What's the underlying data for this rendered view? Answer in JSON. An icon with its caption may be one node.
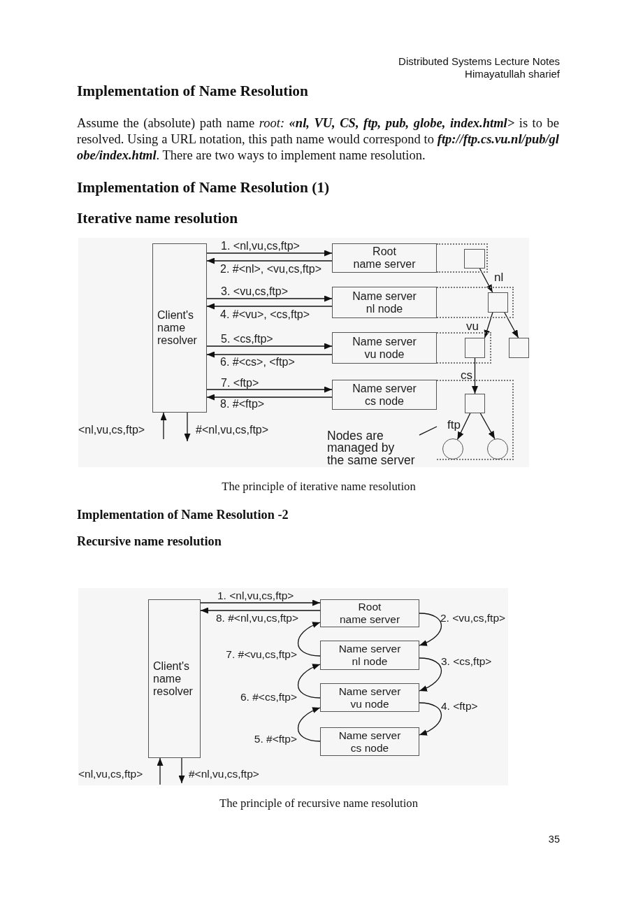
{
  "diagram": {
    "title": "Implementation of Name Resolution",
    "nodes": [
      {
        "text": [
          "Client's name resolver"
        ]
      },
      {
        "text": [
          "Root name server"
        ]
      },
      {
        "text": [],
        "shape": "box"
      },
      {
        "text": [],
        "shape": "box",
        "in": 2
      },
      {
        "text": [
          "Name server nl node"
        ]
      },
      {
        "text": [],
        "shape": "box"
      },
      {
        "text": [],
        "shape": "box",
        "in": 5
      },
      {
        "text": [
          "Name server vu node"
        ]
      },
      {
        "text": [],
        "shape": "box"
      },
      {
        "text": [],
        "shape": "box",
        "in": 8
      },
      {
        "text": [],
        "shape": "box"
      },
      {
        "text": [
          "Name server cs node"
        ]
      },
      {
        "text": [],
        "shape": "box"
      },
      {
        "text": [],
        "shape": "box",
        "in": 12
      },
      {
        "text": [],
        "shape": "circle",
        "in": 12
      },
      {
        "text": [],
        "shape": "circle",
        "in": 12
      },
      {
        "text": [
          "Nodes are managed by the same server"
        ]
      },
      {
        "text": [
          "Client's name resolver"
        ]
      },
      {
        "text": [
          "Root name server"
        ]
      },
      {
        "text": [
          "Name server nl node"
        ]
      },
      {
        "text": [
          "Name server vu node"
        ]
      },
      {
        "text": [
          "Name server cs node"
        ]
      }
    ],
    "edges": [
      {
        "from": 0,
        "to": 1,
        "arrow": "to",
        "label": "1. <nl,vu,cs,ftp>"
      },
      {
        "from": 1,
        "to": 0,
        "arrow": "to",
        "label": "2. #<nl>, <vu,cs,ftp>"
      },
      {
        "from": 0,
        "to": 4,
        "arrow": "to",
        "label": "3. <vu,cs,ftp>"
      },
      {
        "from": 4,
        "to": 0,
        "arrow": "to",
        "label": "4. #<vu>, <cs,ftp>"
      },
      {
        "from": 0,
        "to": 7,
        "arrow": "to",
        "label": "5. <cs,ftp>"
      },
      {
        "from": 7,
        "to": 0,
        "arrow": "to",
        "label": "6. #<cs>, <ftp>"
      },
      {
        "from": 0,
        "to": 11,
        "arrow": "to",
        "label": "7. <ftp>"
      },
      {
        "from": 11,
        "to": 0,
        "arrow": "to",
        "label": "8. #<ftp>"
      },
      {
        "from": null,
        "to": 0,
        "arrow": "to",
        "label": "<nl,vu,cs,ftp>"
      },
      {
        "from": 0,
        "to": null,
        "arrow": "to",
        "label": "#<nl,vu,cs,ftp>"
      },
      {
        "from": 3,
        "to": 6,
        "arrow": "to",
        "label": "nl"
      },
      {
        "from": 6,
        "to": 9,
        "arrow": "to",
        "label": "vu"
      },
      {
        "from": 6,
        "to": 10,
        "arrow": "to"
      },
      {
        "from": 9,
        "to": 13,
        "arrow": "to",
        "label": "cs"
      },
      {
        "from": 13,
        "to": 14,
        "arrow": "to",
        "label": "ftp"
      },
      {
        "from": 13,
        "to": 15,
        "arrow": "to"
      },
      {
        "from": 16,
        "to": 12,
        "arrow": "none"
      },
      {
        "from": 17,
        "to": 18,
        "arrow": "to",
        "label": "1. <nl,vu,cs,ftp>"
      },
      {
        "from": 18,
        "to": 17,
        "arrow": "to",
        "label": "8. #<nl,vu,cs,ftp>"
      },
      {
        "from": 18,
        "to": 19,
        "arrow": "to",
        "label": "2. <vu,cs,ftp>"
      },
      {
        "from": 19,
        "to": 20,
        "arrow": "to",
        "label": "3. <cs,ftp>"
      },
      {
        "from": 20,
        "to": 21,
        "arrow": "to",
        "label": "4. <ftp>"
      },
      {
        "from": 21,
        "to": 20,
        "arrow": "to",
        "label": "5. #<ftp>"
      },
      {
        "from": 20,
        "to": 19,
        "arrow": "to",
        "label": "6. #<cs,ftp>"
      },
      {
        "from": 19,
        "to": 18,
        "arrow": "to",
        "label": "7. #<vu,cs,ftp>"
      },
      {
        "from": null,
        "to": 17,
        "arrow": "to",
        "label": "<nl,vu,cs,ftp>"
      },
      {
        "from": 17,
        "to": null,
        "arrow": "to",
        "label": "#<nl,vu,cs,ftp>"
      }
    ],
    "labels": [
      "Distributed Systems Lecture Notes",
      "Himayatullah sharief",
      "Assume the (absolute) path name *root:* **«nl, VU, CS, ftp, pub, globe, index.html>** is to be resolved. Using a URL notation, this path name would correspond to **ftp://ftp.cs.vu.nl/pub/globe/index.html**. There are two ways to implement name resolution.",
      "Implementation of Name Resolution (1)",
      "Iterative name resolution",
      "The principle of iterative name resolution",
      "Implementation of Name Resolution -2",
      "Recursive name resolution",
      "The principle of recursive name resolution",
      "35"
    ]
  }
}
